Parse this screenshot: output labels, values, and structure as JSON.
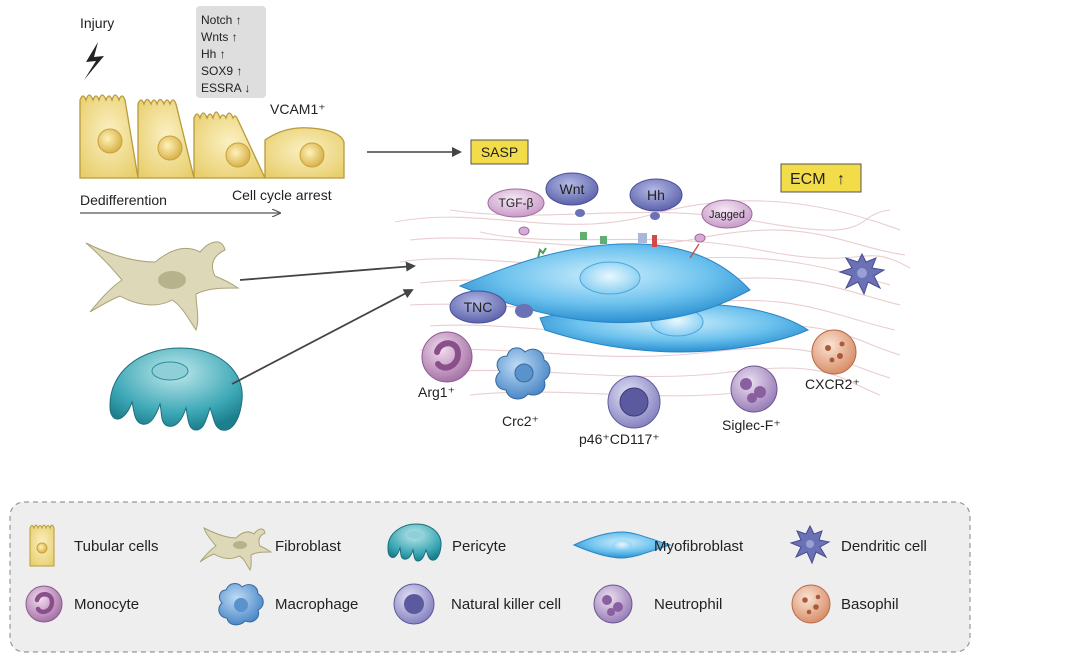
{
  "top": {
    "injury": "Injury",
    "markers": [
      "Notch ↑",
      "Wnts ↑",
      "Hh ↑",
      "SOX9 ↑",
      "ESSRA ↓"
    ],
    "vcam": "VCAM1⁺",
    "dediff": "Dedifferention",
    "arrest": "Cell cycle arrest",
    "sasp": "SASP",
    "ecm": "ECM",
    "ecm_arrow": "↑"
  },
  "signals": {
    "tgf": "TGF-β",
    "wnt": "Wnt",
    "hh": "Hh",
    "jagged": "Jagged",
    "tnc": "TNC"
  },
  "cells": {
    "arg1": "Arg1⁺",
    "crc2": "Crc2⁺",
    "p46": "p46⁺CD117⁺",
    "siglec": "Siglec-F⁺",
    "cxcr2": "CXCR2⁺"
  },
  "legend": [
    {
      "label": "Tubular cells"
    },
    {
      "label": "Fibroblast"
    },
    {
      "label": "Pericyte"
    },
    {
      "label": "Myofibroblast"
    },
    {
      "label": "Dendritic cell"
    },
    {
      "label": "Monocyte"
    },
    {
      "label": "Macrophage"
    },
    {
      "label": "Natural killer cell"
    },
    {
      "label": "Neutrophil"
    },
    {
      "label": "Basophil"
    }
  ],
  "colors": {
    "tubular": "#f3df93",
    "fibroblast": "#ddd9b8",
    "pericyte": "#2f9fad",
    "myofibroblast": "#52b3ea",
    "sasp_box": "#f3dc4a",
    "marker_box": "#dcdcdc",
    "signal": "#7f86c4",
    "tgf": "#d8b6d8"
  }
}
